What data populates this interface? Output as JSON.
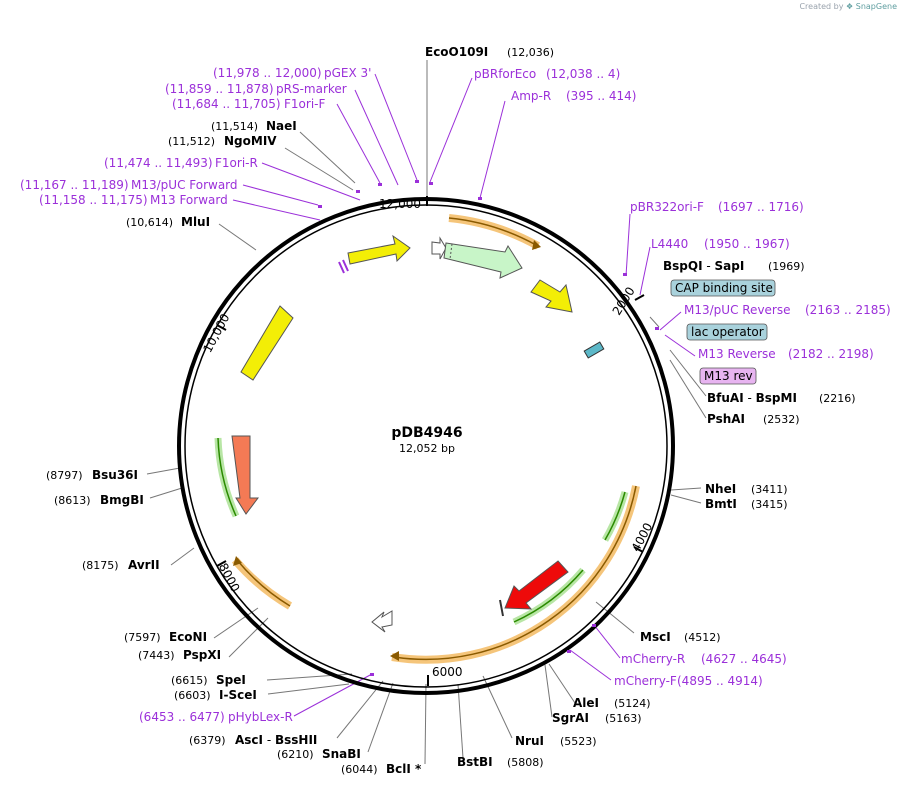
{
  "credit": {
    "prefix": "Created by",
    "brand": "SnapGene"
  },
  "plasmid": {
    "name": "pDB4946",
    "size": "12,052 bp"
  },
  "colors": {
    "primer": "#9b30d9",
    "backbone": "#000000",
    "orange": "#f5c57a"
  },
  "ticks": [
    "12,000",
    "2000",
    "4000",
    "6000",
    "8000",
    "10,000"
  ],
  "sites": [
    {
      "name": "EcoO109I",
      "pos": "(12,036)"
    },
    {
      "name": "NaeI",
      "pos": "(11,514)"
    },
    {
      "name": "NgoMIV",
      "pos": "(11,512)"
    },
    {
      "name": "MluI",
      "pos": "(10,614)"
    },
    {
      "name": "BspQI",
      "name2": "SapI",
      "pos": "(1969)"
    },
    {
      "name": "BfuAI",
      "name2": "BspMI",
      "pos": "(2216)"
    },
    {
      "name": "PshAI",
      "pos": "(2532)"
    },
    {
      "name": "NheI",
      "pos": "(3411)"
    },
    {
      "name": "BmtI",
      "pos": "(3415)"
    },
    {
      "name": "MscI",
      "pos": "(4512)"
    },
    {
      "name": "AleI",
      "pos": "(5124)"
    },
    {
      "name": "SgrAI",
      "pos": "(5163)"
    },
    {
      "name": "NruI",
      "pos": "(5523)"
    },
    {
      "name": "BstBI",
      "pos": "(5808)"
    },
    {
      "name": "BclI *",
      "pos": "(6044)"
    },
    {
      "name": "SnaBI",
      "pos": "(6210)"
    },
    {
      "name": "AscI",
      "name2": "BssHII",
      "pos": "(6379)"
    },
    {
      "name": "SpeI",
      "pos": "(6615)"
    },
    {
      "name": "I-SceI",
      "pos": "(6603)"
    },
    {
      "name": "PspXI",
      "pos": "(7443)"
    },
    {
      "name": "EcoNI",
      "pos": "(7597)"
    },
    {
      "name": "AvrII",
      "pos": "(8175)"
    },
    {
      "name": "BmgBI",
      "pos": "(8613)"
    },
    {
      "name": "Bsu36I",
      "pos": "(8797)"
    }
  ],
  "primers": [
    {
      "name": "pGEX 3'",
      "pos": "(11,978 .. 12,000)"
    },
    {
      "name": "pRS-marker",
      "pos": "(11,859 .. 11,878)"
    },
    {
      "name": "F1ori-F",
      "pos": "(11,684 .. 11,705)"
    },
    {
      "name": "F1ori-R",
      "pos": "(11,474 .. 11,493)"
    },
    {
      "name": "M13/pUC Forward",
      "pos": "(11,167 .. 11,189)"
    },
    {
      "name": "M13 Forward",
      "pos": "(11,158 .. 11,175)"
    },
    {
      "name": "pBRforEco",
      "pos": "(12,038 .. 4)"
    },
    {
      "name": "Amp-R",
      "pos": "(395 .. 414)"
    },
    {
      "name": "pBR322ori-F",
      "pos": "(1697 .. 1716)"
    },
    {
      "name": "L4440",
      "pos": "(1950 .. 1967)"
    },
    {
      "name": "M13/pUC Reverse",
      "pos": "(2163 .. 2185)"
    },
    {
      "name": "M13 Reverse",
      "pos": "(2182 .. 2198)"
    },
    {
      "name": "mCherry-R",
      "pos": "(4627 .. 4645)"
    },
    {
      "name": "mCherry-F",
      "pos": "(4895 .. 4914)"
    },
    {
      "name": "pHybLex-R",
      "pos": "(6453 .. 6477)"
    }
  ],
  "boxed": [
    {
      "name": "CAP binding site",
      "color": "#a9d2dc"
    },
    {
      "name": "lac operator",
      "color": "#a9d2dc"
    },
    {
      "name": "M13 rev",
      "color": "#e7b4f0"
    }
  ]
}
